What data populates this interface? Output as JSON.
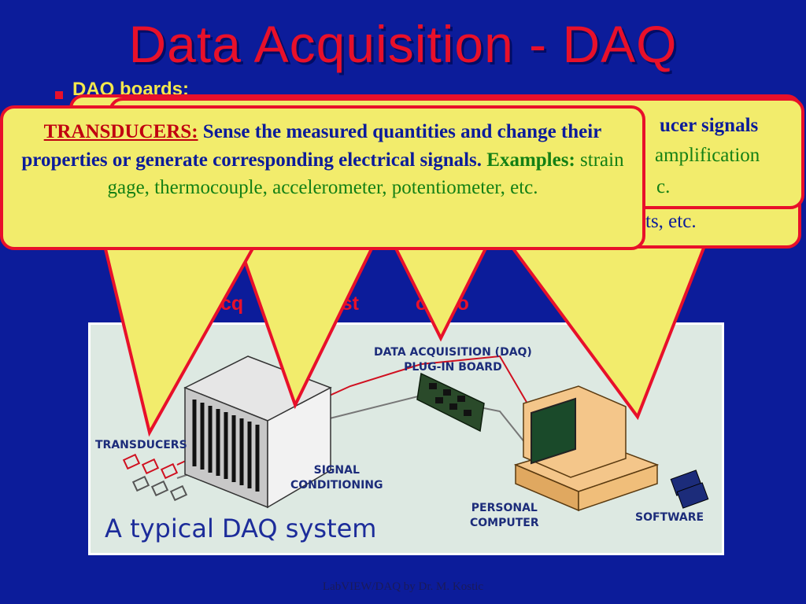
{
  "title": "Data Acquisition - DAQ",
  "bullet_1": "DAQ boards:",
  "subheading_fragment_1": "cq",
  "subheading_fragment_2": "Syst",
  "subheading_fragment_3": "ompo",
  "callout_daq": {
    "line_1_fragment": "ucer signals",
    "line_2_fragment": "amplification",
    "line_3_fragment": "c."
  },
  "callout_signal": {
    "line_fragment": "ts, etc."
  },
  "callout_transducers": {
    "heading": "TRANSDUCERS:",
    "text_1": "Sense the measured quantities and change their properties or generate corresponding electrical signals.",
    "examples_label": "Examples:",
    "examples_text": "strain gage, thermocouple, accelerometer, potentiometer, etc."
  },
  "diagram": {
    "daq_board_label_1": "DATA ACQUISITION (DAQ)",
    "daq_board_label_2": "PLUG-IN BOARD",
    "transducers_label": "TRANSDUCERS",
    "signal_label_1": "SIGNAL",
    "signal_label_2": "CONDITIONING",
    "pc_label_1": "PERSONAL",
    "pc_label_2": "COMPUTER",
    "software_label": "SOFTWARE",
    "caption": "A typical DAQ system"
  },
  "footer": "LabVIEW/DAQ by Dr. M. Kostic",
  "colors": {
    "background": "#0c1c9a",
    "title": "#e8102a",
    "callout_fill": "#f2ec6c",
    "callout_border": "#e8102a",
    "bullet_text": "#f4e84c",
    "example_text": "#148014"
  }
}
